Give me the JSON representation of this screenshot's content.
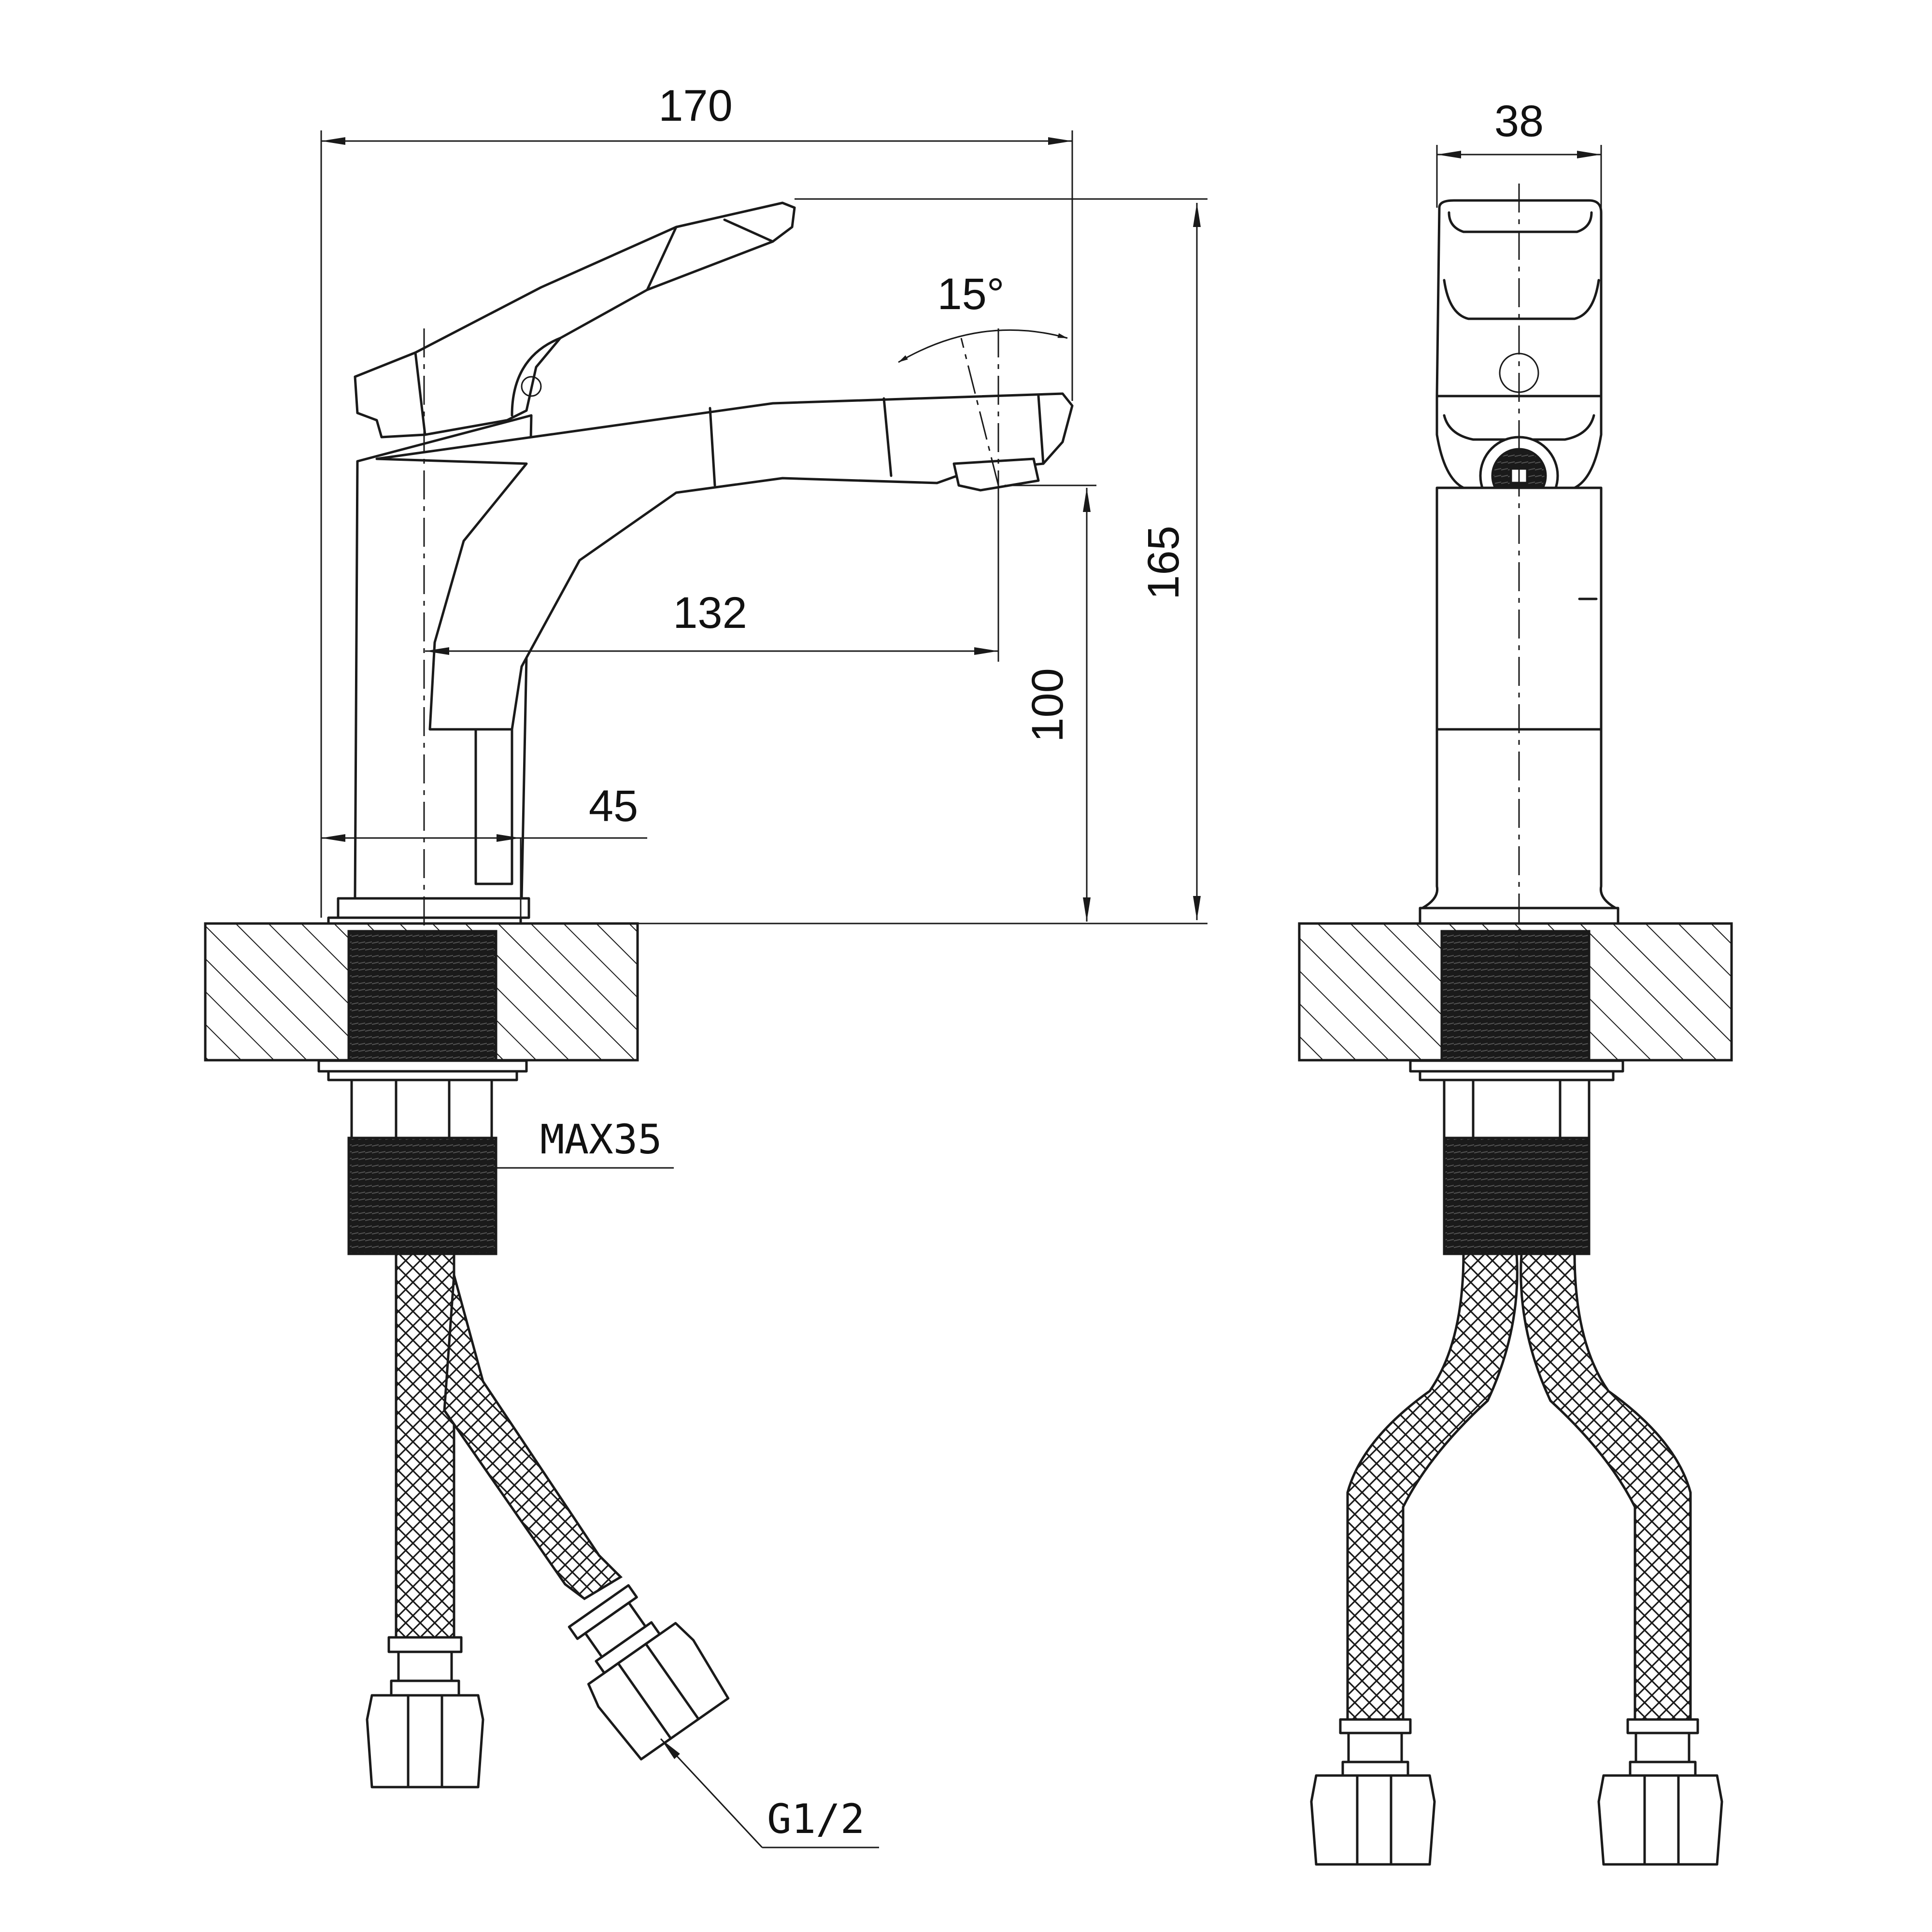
{
  "dimensions": {
    "total_length": "170",
    "body_width": "38",
    "spout_angle": "15°",
    "total_height": "165",
    "spout_reach": "132",
    "spout_height": "100",
    "base_diameter": "45",
    "max_counter_thickness": "MAX35",
    "connection_thread": "G1/2"
  }
}
